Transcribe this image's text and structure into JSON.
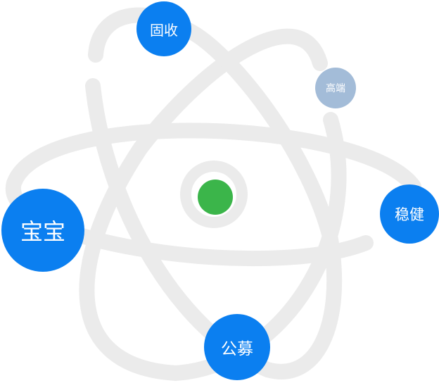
{
  "colors": {
    "orbit": "#ebebeb",
    "bubble_primary": "#0b7ff0",
    "bubble_secondary": "#a3bcd8",
    "core": "#3bb54a",
    "core_ring": "#ebebeb",
    "bubble_text": "#ffffff"
  },
  "bubbles": [
    {
      "id": "guding",
      "label": "固收",
      "style": "primary"
    },
    {
      "id": "gaoduan",
      "label": "高端",
      "style": "secondary"
    },
    {
      "id": "wenjian",
      "label": "稳健",
      "style": "primary"
    },
    {
      "id": "baobao",
      "label": "宝宝",
      "style": "primary"
    },
    {
      "id": "gongmu",
      "label": "公募",
      "style": "primary"
    }
  ]
}
